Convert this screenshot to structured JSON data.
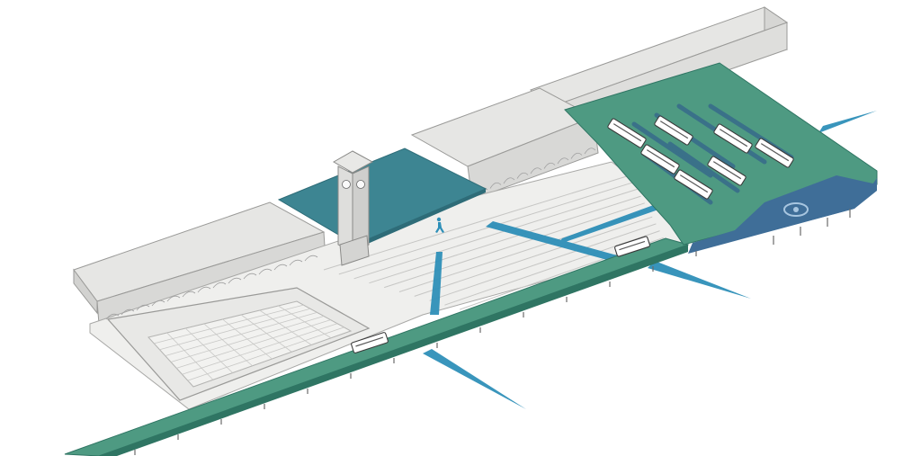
{
  "colors": {
    "background": "#ffffff",
    "building_light": "#e4e4e2",
    "building_top": "#dadad8",
    "building_line": "#9a9a98",
    "plaza": "#f0f0ee",
    "plaza_line": "#c4c4c2",
    "deck_green": "#4e9a82",
    "deck_green_dark": "#2f7563",
    "deck_blue_band": "#3f6e98",
    "canopy_teal": "#3d8592",
    "pedestrian_flow_blue": "#2e8fb8",
    "bus_white": "#ffffff",
    "bus_outline": "#3a3a3a"
  },
  "icons": {
    "pedestrian": "pedestrian-icon",
    "logo": "eye-logo-icon",
    "bus": "bus-icon",
    "clock": "clock-face-icon"
  },
  "diagram": {
    "type": "isometric-station-illustration",
    "parking_buses_count": 7,
    "moving_buses_count": 2,
    "flow_arrows_count": 5
  }
}
